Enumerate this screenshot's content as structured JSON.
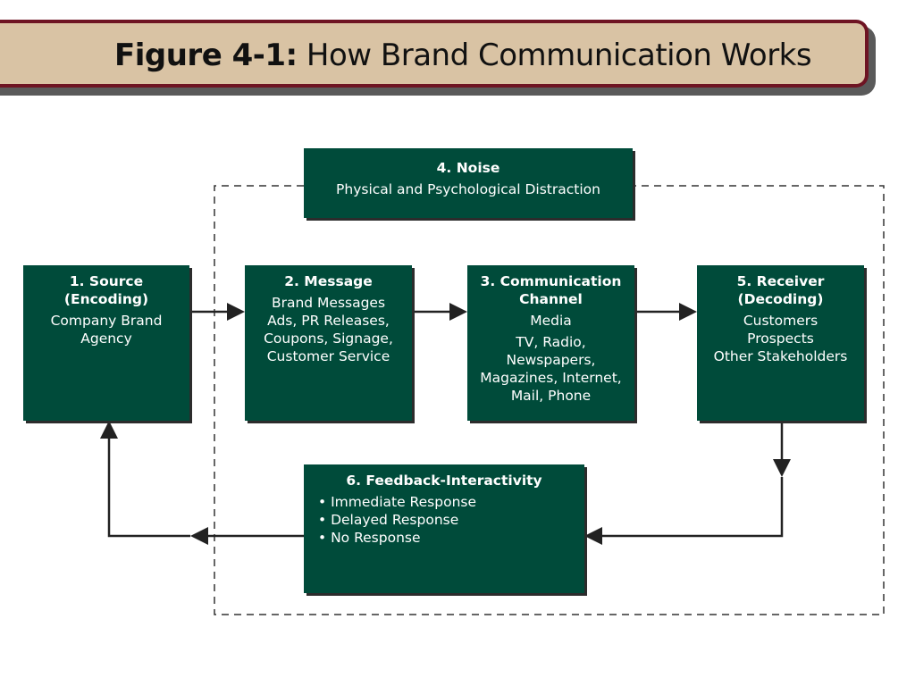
{
  "title": {
    "prefix": "Figure 4-1:",
    "text": "How Brand Communication Works"
  },
  "diagram": {
    "source": {
      "heading_line1": "1. Source",
      "heading_line2": "(Encoding)",
      "lines": [
        "Company Brand",
        "Agency"
      ]
    },
    "message": {
      "heading": "2. Message",
      "lines": [
        "Brand Messages",
        "Ads, PR Releases,",
        "Coupons, Signage,",
        "Customer Service"
      ]
    },
    "channel": {
      "heading_line1": "3. Communication",
      "heading_line2": "Channel",
      "subheading": "Media",
      "lines": [
        "TV, Radio,",
        "Newspapers,",
        "Magazines, Internet,",
        "Mail, Phone"
      ]
    },
    "noise": {
      "heading": "4. Noise",
      "subtitle": "Physical and Psychological Distraction"
    },
    "receiver": {
      "heading_line1": "5. Receiver",
      "heading_line2": "(Decoding)",
      "lines": [
        "Customers",
        "Prospects",
        "Other Stakeholders"
      ]
    },
    "feedback": {
      "heading": "6. Feedback-Interactivity",
      "bullets": [
        "• Immediate Response",
        "• Delayed Response",
        "• No Response"
      ]
    },
    "colors": {
      "box_fill": "#004b3a",
      "banner_fill": "#d9c3a4",
      "banner_border": "#6e1423",
      "connector": "#222222"
    }
  }
}
